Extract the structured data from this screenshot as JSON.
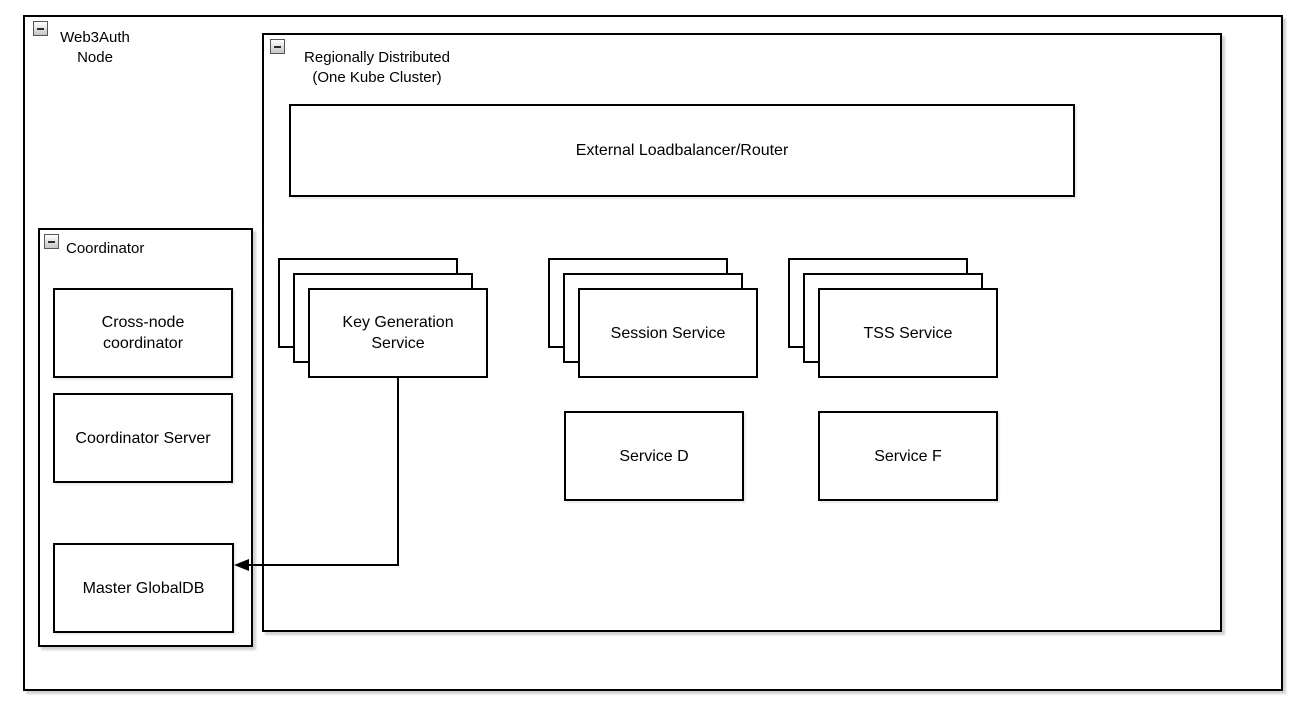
{
  "colors": {
    "border": "#000000",
    "node_fill": "#ffffff",
    "canvas": "#ffffff"
  },
  "containers": {
    "web3auth_node": {
      "label": "Web3Auth\nNode",
      "collapse_icon": "minus"
    },
    "regionally_distributed": {
      "label": "Regionally Distributed\n(One Kube Cluster)",
      "collapse_icon": "minus"
    },
    "coordinator": {
      "label": "Coordinator",
      "collapse_icon": "minus"
    }
  },
  "nodes": {
    "external_loadbalancer": {
      "label": "External Loadbalancer/Router"
    },
    "key_generation_service": {
      "label": "Key Generation\nService",
      "stack_count": 3
    },
    "session_service": {
      "label": "Session Service",
      "stack_count": 3
    },
    "tss_service": {
      "label": "TSS Service",
      "stack_count": 3
    },
    "service_d": {
      "label": "Service D"
    },
    "service_f": {
      "label": "Service F"
    },
    "cross_node_coordinator": {
      "label": "Cross-node\ncoordinator"
    },
    "coordinator_server": {
      "label": "Coordinator Server"
    },
    "master_globaldb": {
      "label": "Master GlobalDB"
    }
  },
  "edges": [
    {
      "from": "Key Generation Service",
      "to": "Master GlobalDB",
      "style": "orthogonal",
      "arrowhead": "left"
    }
  ]
}
